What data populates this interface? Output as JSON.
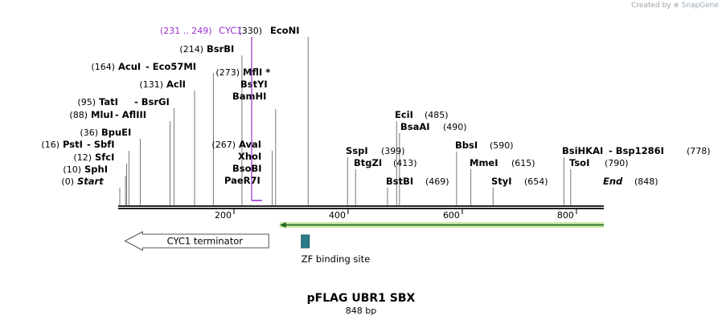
{
  "credit": {
    "prefix": "Created by",
    "brand": "SnapGene"
  },
  "plasmid": {
    "name": "pFLAG UBR1 SBX",
    "length_label": "848 bp",
    "length": 848
  },
  "ticks": [
    {
      "pos": 200,
      "label": "200"
    },
    {
      "pos": 400,
      "label": "400"
    },
    {
      "pos": 600,
      "label": "600"
    },
    {
      "pos": 800,
      "label": "800"
    }
  ],
  "sites": [
    {
      "enzyme": "Start",
      "pos": 0,
      "pos_label": "(0)",
      "italic": true
    },
    {
      "enzyme": "SphI",
      "pos": 10,
      "pos_label": "(10)"
    },
    {
      "enzyme": "SfcI",
      "pos": 12,
      "pos_label": "(12)"
    },
    {
      "enzyme": "PstI",
      "pos": 16,
      "pos_label": "(16)",
      "extra": " - SbfI"
    },
    {
      "enzyme": "BpuEI",
      "pos": 36,
      "pos_label": "(36)"
    },
    {
      "enzyme": "MluI",
      "pos": 88,
      "pos_label": "(88)",
      "extra": " - AflIII"
    },
    {
      "enzyme": "TatI",
      "pos": 95,
      "pos_label": "(95)",
      "extra": " - BsrGI"
    },
    {
      "enzyme": "AclI",
      "pos": 131,
      "pos_label": "(131)"
    },
    {
      "enzyme": "AcuI",
      "pos": 164,
      "pos_label": "(164)",
      "extra": " - Eco57MI"
    },
    {
      "enzyme": "BsrBI",
      "pos": 214,
      "pos_label": "(214)"
    },
    {
      "enzyme": "PaeR7I",
      "pos": 267,
      "pos_label": ""
    },
    {
      "enzyme": "BsoBI",
      "pos": 267,
      "pos_label": ""
    },
    {
      "enzyme": "XhoI",
      "pos": 267,
      "pos_label": ""
    },
    {
      "enzyme": "AvaI",
      "pos": 267,
      "pos_label": "(267)"
    },
    {
      "enzyme": "BamHI",
      "pos": 273,
      "pos_label": ""
    },
    {
      "enzyme": "BstYI",
      "pos": 273,
      "pos_label": ""
    },
    {
      "enzyme": "MflI *",
      "pos": 273,
      "pos_label": "(273)"
    },
    {
      "enzyme": "EcoNI",
      "pos": 330,
      "pos_label": "(330)"
    },
    {
      "enzyme": "SspI",
      "pos": 399,
      "pos_label": "(399)",
      "after": true
    },
    {
      "enzyme": "BtgZI",
      "pos": 413,
      "pos_label": "(413)",
      "after": true
    },
    {
      "enzyme": "BstBI",
      "pos": 469,
      "pos_label": "(469)",
      "after": true
    },
    {
      "enzyme": "BsaAI",
      "pos": 490,
      "pos_label": "(490)",
      "after": true
    },
    {
      "enzyme": "EciI",
      "pos": 485,
      "pos_label": "(485)",
      "after": true
    },
    {
      "enzyme": "BbsI",
      "pos": 590,
      "pos_label": "(590)",
      "after": true
    },
    {
      "enzyme": "MmeI",
      "pos": 615,
      "pos_label": "(615)",
      "after": true
    },
    {
      "enzyme": "StyI",
      "pos": 654,
      "pos_label": "(654)",
      "after": true
    },
    {
      "enzyme": "TsoI",
      "pos": 790,
      "pos_label": "(790)",
      "after": true
    },
    {
      "enzyme": "BsiHKAI",
      "pos": 778,
      "pos_label": "(778)",
      "after": true,
      "extra": " - Bsp1286I"
    },
    {
      "enzyme": "End",
      "pos": 848,
      "pos_label": "(848)",
      "after": true,
      "italic": true
    }
  ],
  "primer": {
    "name": "CYC1",
    "range_label": "(231 .. 249)",
    "start": 231,
    "end": 249,
    "color": "#9b30d0"
  },
  "features": [
    {
      "name": "CYC1 terminator",
      "start": 9,
      "end": 261,
      "type": "arrow-left",
      "color": "#ffffff",
      "stroke": "#555555"
    },
    {
      "name": "",
      "start": 280,
      "end": 848,
      "type": "arrow-left-thin",
      "color": "#7dbb3c"
    },
    {
      "name": "ZF binding site",
      "start": 318,
      "end": 332,
      "type": "box",
      "color": "#2a7b8c"
    }
  ],
  "colors": {
    "axis": "#222222",
    "stem": "#777777",
    "text": "#000000"
  }
}
